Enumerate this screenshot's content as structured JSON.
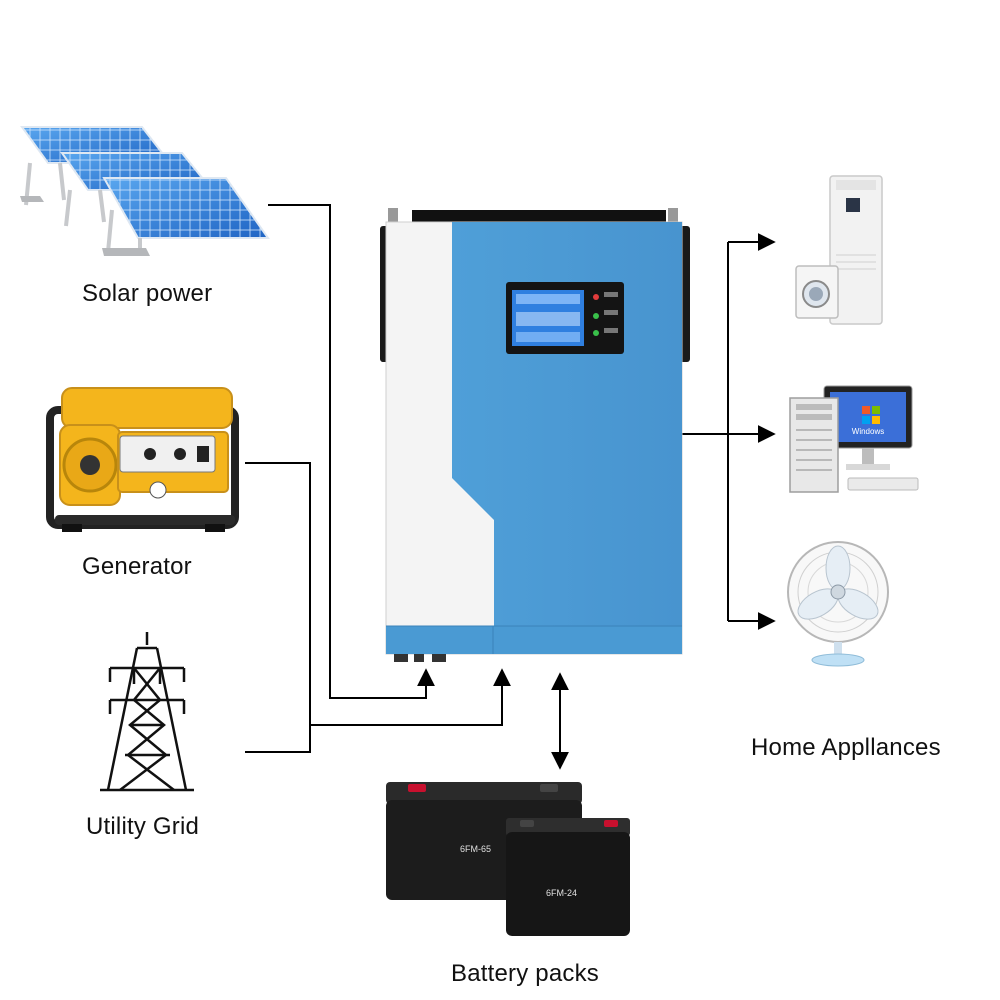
{
  "labels": {
    "solar": "Solar power",
    "generator": "Generator",
    "grid": "Utility Grid",
    "appliances": "Home Appllances",
    "battery": "Battery packs"
  },
  "battery_marks": {
    "large": "6FM-65",
    "small": "6FM-24"
  },
  "display_brand": "Windows",
  "colors": {
    "inverter_blue": "#4d9fd6",
    "inverter_white": "#f4f4f4",
    "solar_panel": "#2f7fd4",
    "generator_yellow": "#f4b51c",
    "battery_black": "#1c1c1c",
    "line": "#000000"
  },
  "icons": [
    "solar-panel-icon",
    "generator-icon",
    "transmission-tower-icon",
    "inverter-icon",
    "air-conditioner-icon",
    "washing-machine-icon",
    "computer-icon",
    "fan-icon",
    "battery-icon"
  ]
}
